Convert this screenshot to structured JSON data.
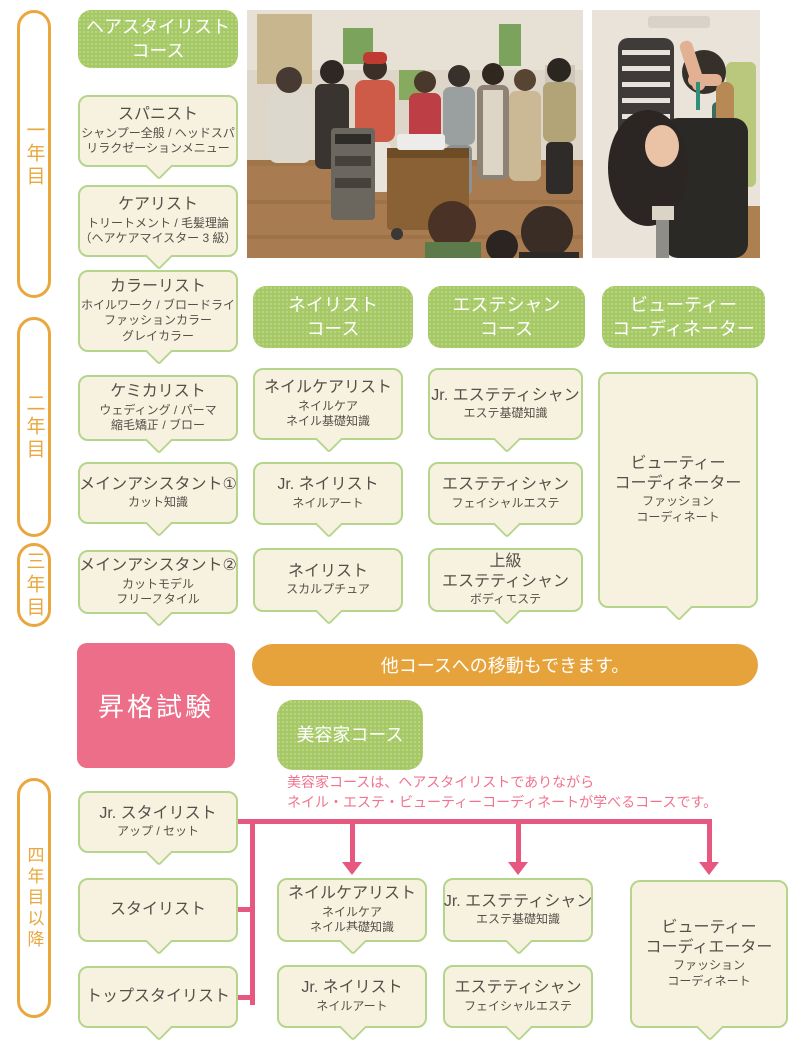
{
  "years": {
    "y1": "一年目",
    "y2": "二年目",
    "y3": "三年目",
    "y4": "四年目以降"
  },
  "course_headers": {
    "hair": {
      "lines": [
        "ヘアスタイリスト",
        "コース"
      ]
    },
    "nail": {
      "lines": [
        "ネイリスト",
        "コース"
      ]
    },
    "esthe": {
      "lines": [
        "エステシャン",
        "コース"
      ]
    },
    "beauty": {
      "lines": [
        "ビューティー",
        "コーディネーター"
      ]
    },
    "biyouka": {
      "lines": [
        "美容家コース"
      ]
    }
  },
  "boxes": {
    "spanist": {
      "title_lines": [
        "スパニスト"
      ],
      "sub_lines": [
        "シャンプー全般 / ヘッドスパ",
        "リラクゼーションメニュー"
      ]
    },
    "carelist": {
      "title_lines": [
        "ケアリスト"
      ],
      "sub_lines": [
        "トリートメント / 毛髪理論",
        "（ヘアケアマイスター 3 級）"
      ]
    },
    "colorlist": {
      "title_lines": [
        "カラーリスト"
      ],
      "sub_lines": [
        "ホイルワーク / ブロードライ",
        "ファッションカラー",
        "グレイカラー"
      ]
    },
    "chemicalist": {
      "title_lines": [
        "ケミカリスト"
      ],
      "sub_lines": [
        "ウェディング / パーマ",
        "縮毛矯正 / ブロー"
      ]
    },
    "main_assistant_1": {
      "title_lines": [
        "メインアシスタント①"
      ],
      "sub_lines": [
        "カット知識"
      ]
    },
    "main_assistant_2": {
      "title_lines": [
        "メインアシスタント②"
      ],
      "sub_lines": [
        "カットモデル",
        "フリースタイル"
      ]
    },
    "jr_stylist": {
      "title_lines": [
        "Jr. スタイリスト"
      ],
      "sub_lines": [
        "アップ / セット"
      ]
    },
    "stylist": {
      "title_lines": [
        "スタイリスト"
      ],
      "sub_lines": []
    },
    "top_stylist": {
      "title_lines": [
        "トップスタイリスト"
      ],
      "sub_lines": []
    },
    "nail_carelist": {
      "title_lines": [
        "ネイルケアリスト"
      ],
      "sub_lines": [
        "ネイルケア",
        "ネイル基礎知識"
      ]
    },
    "jr_nailist": {
      "title_lines": [
        "Jr. ネイリスト"
      ],
      "sub_lines": [
        "ネイルアート"
      ]
    },
    "nailist": {
      "title_lines": [
        "ネイリスト"
      ],
      "sub_lines": [
        "スカルプチュア"
      ]
    },
    "jr_esthetician": {
      "title_lines": [
        "Jr. エステティシャン"
      ],
      "sub_lines": [
        "エステ基礎知識"
      ]
    },
    "esthetician": {
      "title_lines": [
        "エステティシャン"
      ],
      "sub_lines": [
        "フェイシャルエステ"
      ]
    },
    "senior_esthetician": {
      "title_lines": [
        "上級",
        "エステティシャン"
      ],
      "sub_lines": [
        "ボディエステ"
      ]
    },
    "beauty_coordinator": {
      "title_lines": [
        "ビューティー",
        "コーディネーター"
      ],
      "sub_lines": [
        "ファッション",
        "コーディネート"
      ]
    },
    "beauty_coordinator_b": {
      "title_lines": [
        "ビューティー",
        "コーディエーター"
      ],
      "sub_lines": [
        "ファッション",
        "コーディネート"
      ]
    }
  },
  "promotion_exam": {
    "label": "昇格試験"
  },
  "banner": {
    "label": "他コースへの移動もできます。"
  },
  "note": {
    "lines": [
      "美容家コースは、ヘアスタイリストでありながら",
      "ネイル・エステ・ビューティーコーディネートが学べるコースです。"
    ]
  },
  "photos": {
    "left_alt": "サロン内での勉強会の様子",
    "right_alt": "ウィッグを使ったカット練習の様子"
  },
  "colors": {
    "green": "#a6c966",
    "cream": "#f7f2df",
    "cream_border": "#b5d48c",
    "orange": "#e7a33b",
    "pink_box": "#ec6e88",
    "pink_line": "#e75880",
    "pink_text": "#f0738f",
    "text": "#4d4a43"
  }
}
